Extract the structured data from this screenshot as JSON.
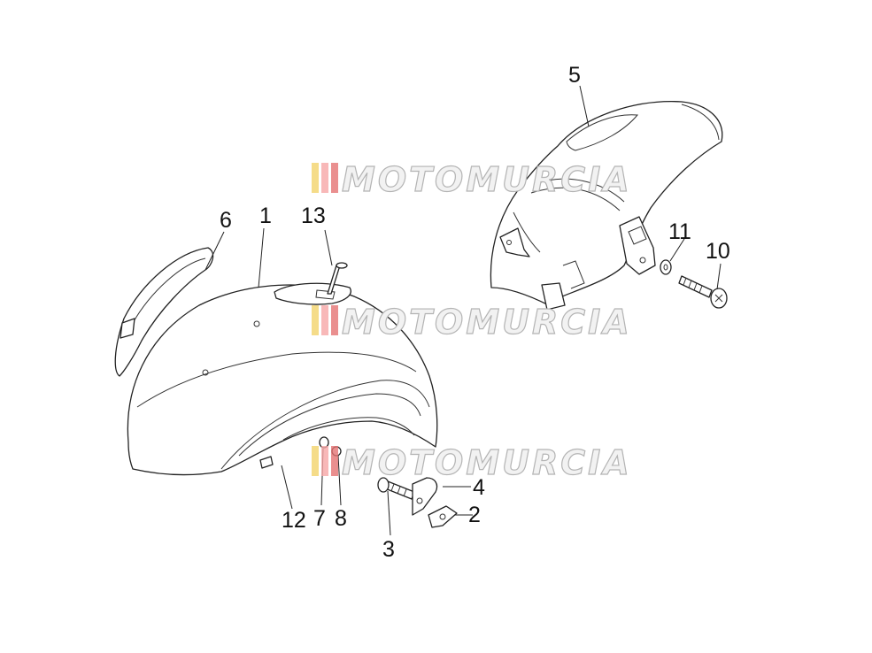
{
  "diagram": {
    "callouts": [
      {
        "id": "1",
        "label": "1"
      },
      {
        "id": "2",
        "label": "2"
      },
      {
        "id": "3",
        "label": "3"
      },
      {
        "id": "4",
        "label": "4"
      },
      {
        "id": "5",
        "label": "5"
      },
      {
        "id": "6",
        "label": "6"
      },
      {
        "id": "7",
        "label": "7"
      },
      {
        "id": "8",
        "label": "8"
      },
      {
        "id": "10",
        "label": "10"
      },
      {
        "id": "11",
        "label": "11"
      },
      {
        "id": "12",
        "label": "12"
      },
      {
        "id": "13",
        "label": "13"
      }
    ]
  },
  "watermark": {
    "text": "MOTOMURCIA",
    "stripe_colors": [
      "#f3d36b",
      "#f6a6a6",
      "#e57373"
    ]
  }
}
